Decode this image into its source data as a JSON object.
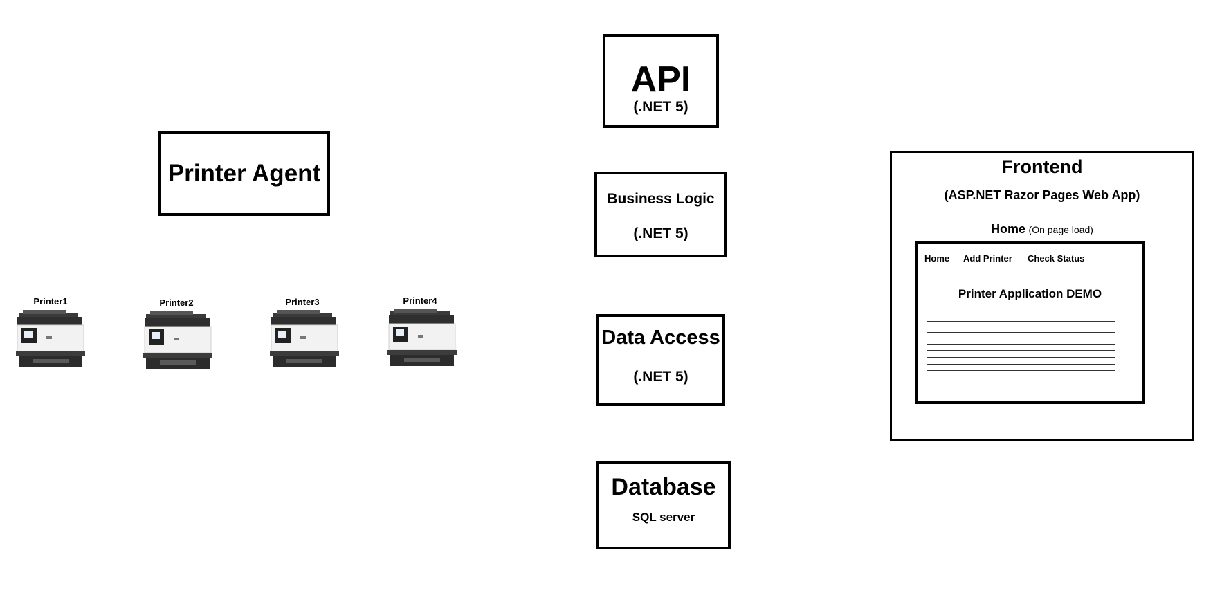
{
  "printer_agent": {
    "title": "Printer Agent"
  },
  "printers": [
    {
      "label": "Printer1"
    },
    {
      "label": "Printer2"
    },
    {
      "label": "Printer3"
    },
    {
      "label": "Printer4"
    }
  ],
  "api": {
    "title": "API",
    "subtitle": "(.NET 5)"
  },
  "business_logic": {
    "title": "Business Logic",
    "subtitle": "(.NET 5)"
  },
  "data_access": {
    "title": "Data Access",
    "subtitle": "(.NET 5)"
  },
  "database": {
    "title": "Database",
    "subtitle": "SQL server"
  },
  "frontend": {
    "title": "Frontend",
    "subtitle": "(ASP.NET Razor Pages Web App)",
    "home_label": "Home",
    "home_note": "(On page load)",
    "nav": [
      "Home",
      "Add Printer",
      "Check Status"
    ],
    "page_heading": "Printer Application DEMO"
  },
  "colors": {
    "border": "#000000",
    "background": "#ffffff"
  }
}
